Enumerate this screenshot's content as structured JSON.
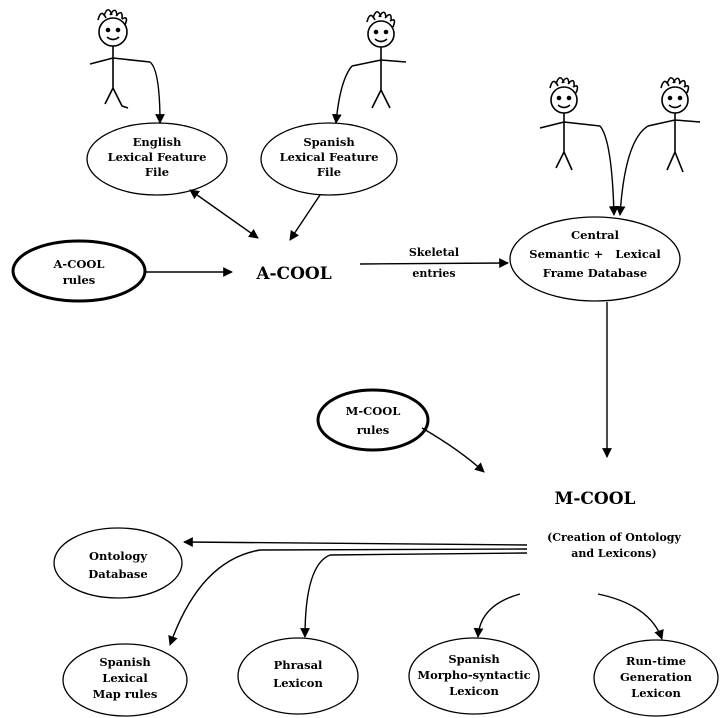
{
  "nodes": {
    "english_file": [
      "English",
      "Lexical Feature",
      "File"
    ],
    "spanish_file": [
      "Spanish",
      "Lexical Feature",
      "File"
    ],
    "acool_rules": [
      "A-COOL",
      "rules"
    ],
    "acool": "A-COOL",
    "skeletal": [
      "Skeletal",
      "entries"
    ],
    "central_db": [
      "Central",
      "Semantic +   Lexical",
      "Frame Database"
    ],
    "mcool_rules": [
      "M-COOL",
      "rules"
    ],
    "mcool": "M-COOL",
    "mcool_sub": [
      "(Creation of Ontology",
      "and Lexicons)"
    ],
    "ontology_db": [
      "Ontology",
      "Database"
    ],
    "spanish_map": [
      "Spanish",
      "Lexical",
      "Map rules"
    ],
    "phrasal": [
      "Phrasal",
      "Lexicon"
    ],
    "spanish_morpho": [
      "Spanish",
      "Morpho-syntactic",
      "Lexicon"
    ],
    "runtime": [
      "Run-time",
      "Generation",
      "Lexicon"
    ]
  }
}
